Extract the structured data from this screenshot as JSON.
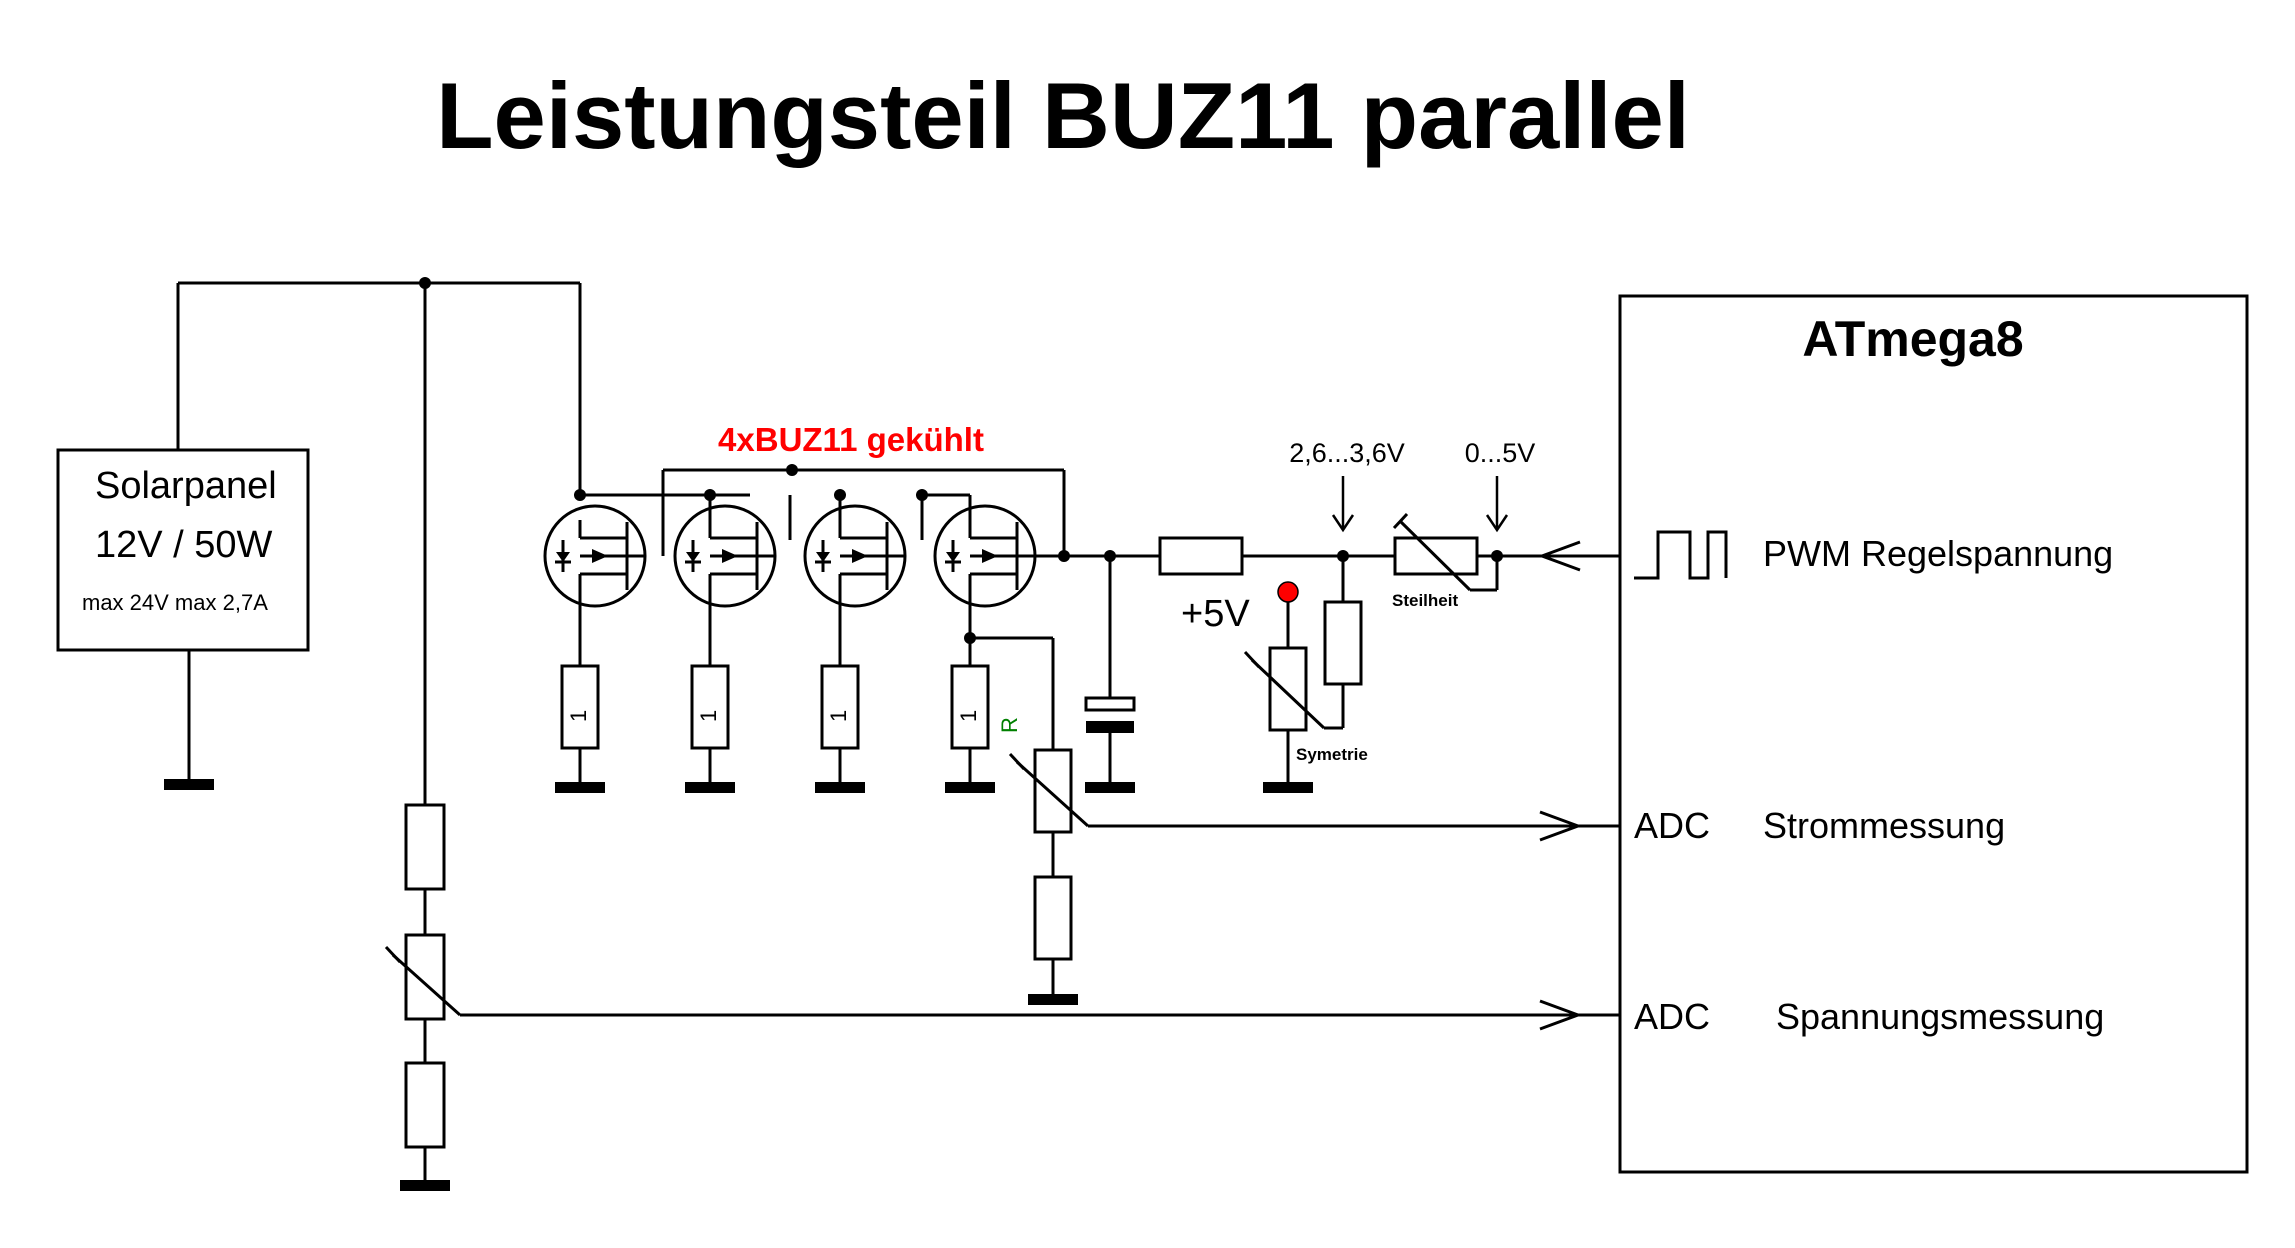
{
  "title": "Leistungsteil BUZ11 parallel",
  "solar_panel": {
    "name": "Solarpanel",
    "rating": "12V / 50W",
    "max": "max 24V max 2,7A"
  },
  "mosfet_label": "4xBUZ11 gekühlt",
  "resistor_value": "1",
  "shunt_pot_label": "R",
  "supply_label": "+5V",
  "symmetry_label": "Symetrie",
  "slope_label": "Steilheit",
  "voltage_range_1": "2,6...3,6V",
  "voltage_range_2": "0...5V",
  "mcu": {
    "name": "ATmega8",
    "pwm_label": "PWM Regelspannung",
    "adc_label": "ADC",
    "current_label": "Strommessung",
    "voltage_label": "Spannungsmessung"
  },
  "colors": {
    "accent_red": "#ff0000",
    "label_green": "#008000",
    "wire": "#000000"
  }
}
